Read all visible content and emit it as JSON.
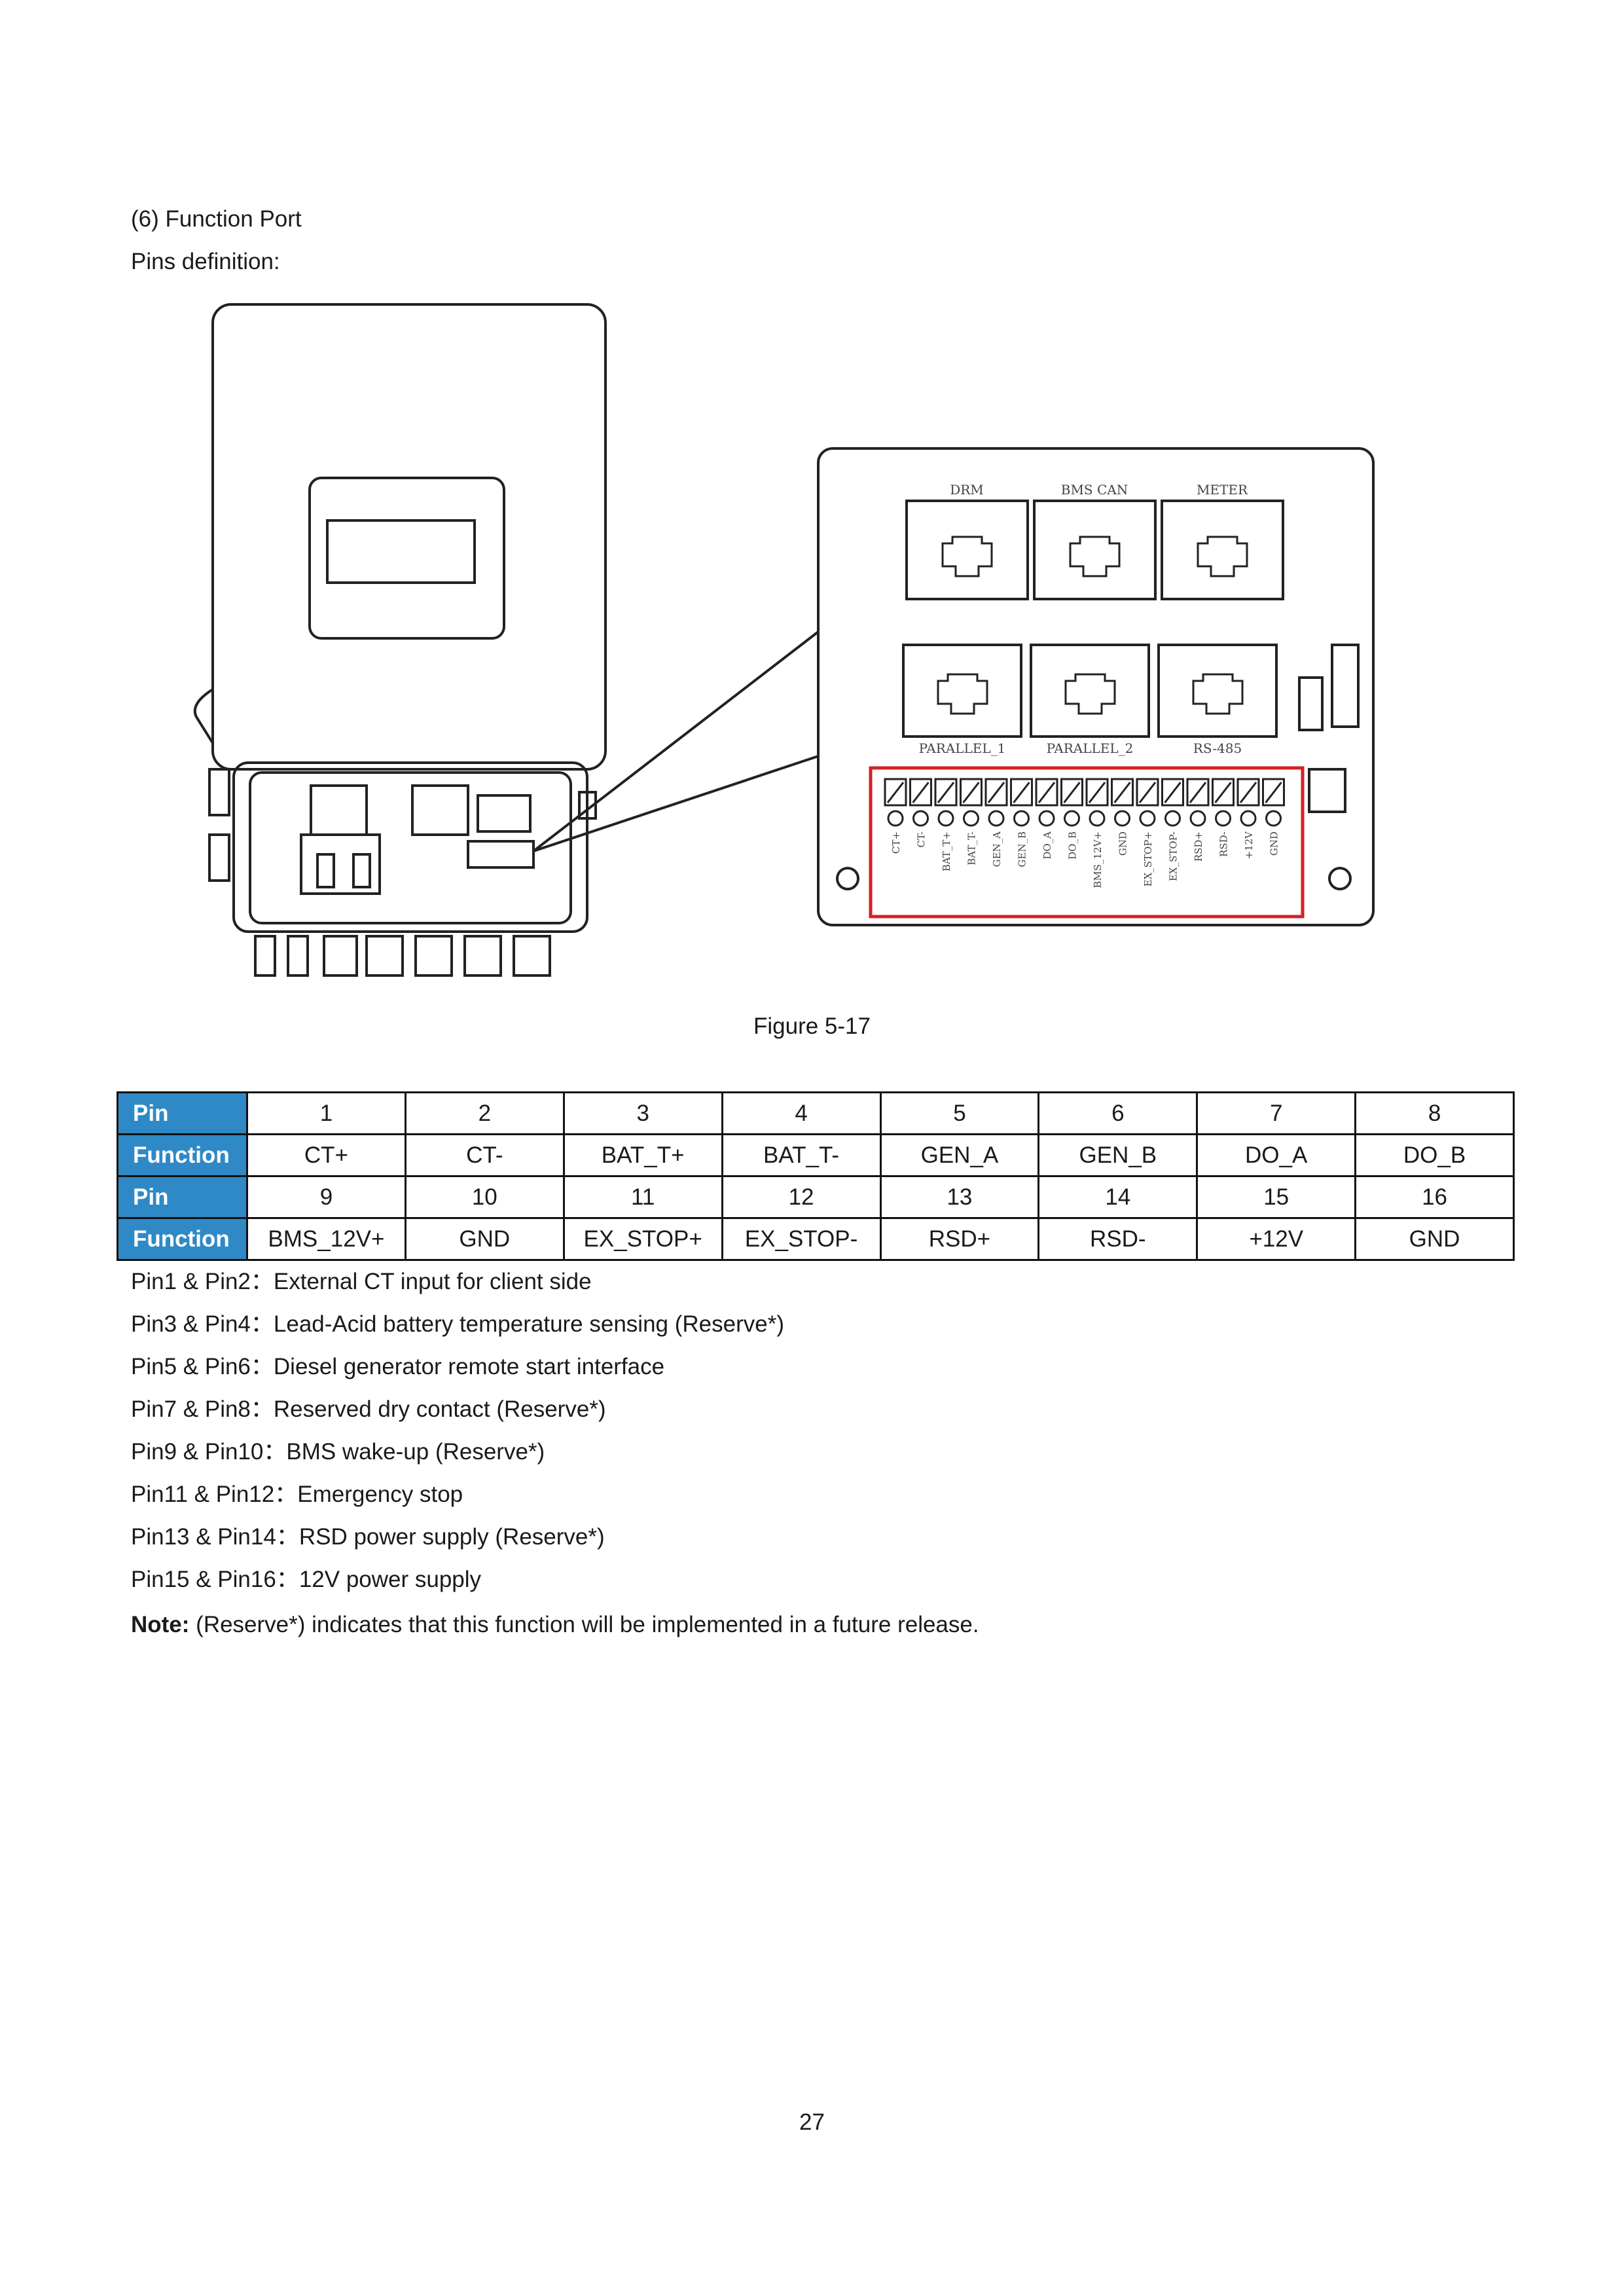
{
  "header": {
    "section_title": "(6) Function Port",
    "subtitle": "Pins definition:"
  },
  "figure": {
    "caption": "Figure 5-17",
    "panel_labels": {
      "rj45_top": [
        "DRM",
        "BMS CAN",
        "METER"
      ],
      "rj45_bottom": [
        "PARALLEL_1",
        "PARALLEL_2",
        "RS-485"
      ]
    },
    "terminal_labels": [
      "CT+",
      "CT-",
      "BAT_T+",
      "BAT_T-",
      "GEN_A",
      "GEN_B",
      "DO_A",
      "DO_B",
      "BMS_12V+",
      "GND",
      "EX_STOP+",
      "EX_STOP-",
      "RSD+",
      "RSD-",
      "+12V",
      "GND"
    ],
    "highlight_color": "#d32027"
  },
  "table": {
    "header_color": "#2f89c6",
    "rows": [
      {
        "label": "Pin",
        "cells": [
          "1",
          "2",
          "3",
          "4",
          "5",
          "6",
          "7",
          "8"
        ]
      },
      {
        "label": "Function",
        "cells": [
          "CT+",
          "CT-",
          "BAT_T+",
          "BAT_T-",
          "GEN_A",
          "GEN_B",
          "DO_A",
          "DO_B"
        ]
      },
      {
        "label": "Pin",
        "cells": [
          "9",
          "10",
          "11",
          "12",
          "13",
          "14",
          "15",
          "16"
        ]
      },
      {
        "label": "Function",
        "cells": [
          "BMS_12V+",
          "GND",
          "EX_STOP+",
          "EX_STOP-",
          "RSD+",
          "RSD-",
          "+12V",
          "GND"
        ]
      }
    ]
  },
  "notes": [
    "Pin1 & Pin2：External CT input for client side",
    "Pin3 & Pin4：Lead-Acid battery temperature sensing (Reserve*)",
    "Pin5 & Pin6：Diesel generator remote start interface",
    "Pin7 & Pin8：Reserved dry contact (Reserve*)",
    "Pin9 & Pin10：BMS wake-up (Reserve*)",
    "Pin11 & Pin12：Emergency stop",
    "Pin13 & Pin14：RSD power supply (Reserve*)",
    "Pin15 & Pin16：12V power supply"
  ],
  "note": {
    "label": "Note:",
    "text": " (Reserve*) indicates that this function will be implemented in a future release."
  },
  "page_number": "27"
}
